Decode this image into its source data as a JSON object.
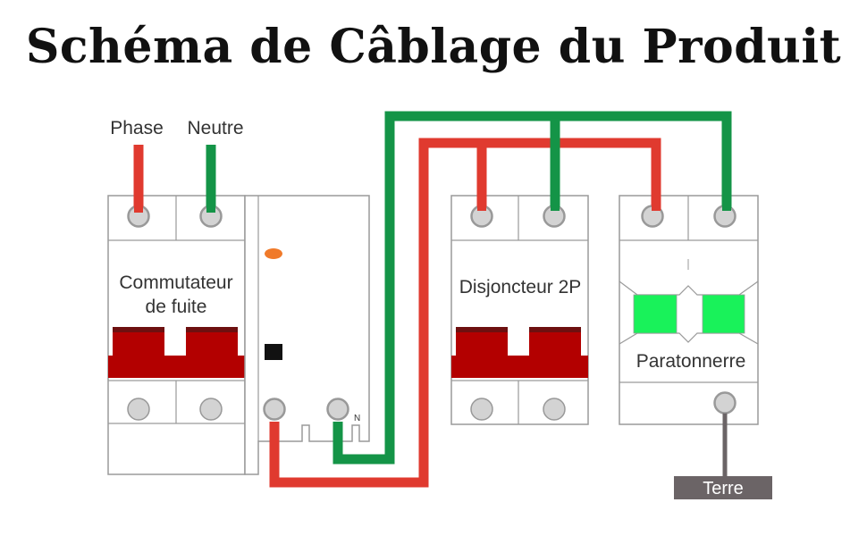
{
  "title": "Schéma de Câblage du Produit",
  "labels": {
    "phase": "Phase",
    "neutral": "Neutre",
    "leakage_switch_line1": "Commutateur",
    "leakage_switch_line2": "de fuite",
    "breaker": "Disjoncteur 2P",
    "surge_arrester": "Paratonnerre",
    "n_marker": "N",
    "earth": "Terre"
  },
  "colors": {
    "phase_wire": "#e03a2f",
    "neutral_wire": "#149447",
    "earth_wire": "#6b6466",
    "handle": "#b30000",
    "indicator_green": "#19f25a",
    "indicator_orange": "#f07a2a",
    "terminal": "#d3d3d3"
  }
}
